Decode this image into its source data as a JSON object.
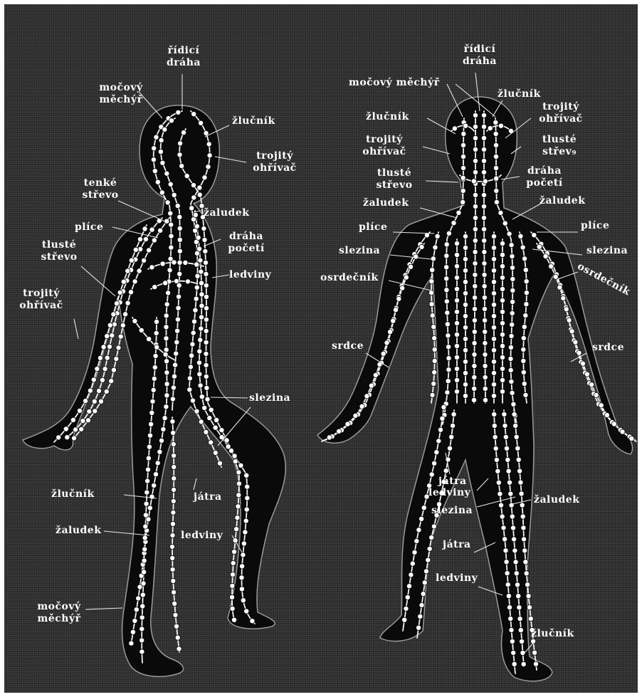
{
  "left_figure": {
    "labels": {
      "ridici_draha": "řídicí\ndráha",
      "mocovy_mechyr_top": "močový\nměchýř",
      "zlucnik_top": "žlučník",
      "trojity_ohrivac_head": "trojitý\nohřívač",
      "tenke_strevo": "tenké\nstřevo",
      "zaludek_upper": "žaludek",
      "plice": "plíce",
      "draha_poceti": "dráha\npočetí",
      "tluste_strevo": "tlusté\nstřevo",
      "ledviny_upper": "ledviny",
      "trojity_ohrivac_arm": "trojitý\nohřívač",
      "slezina": "slezina",
      "zlucnik_leg": "žlučník",
      "jatra": "játra",
      "zaludek_leg": "žaludek",
      "ledviny_leg": "ledviny",
      "mocovy_mechyr_leg": "močový\nměchýř"
    }
  },
  "right_figure": {
    "labels": {
      "ridici_draha": "řídicí\ndráha",
      "mocovy_mechyr": "močový  měchýř",
      "zlucnik_top": "žlučník",
      "zlucnik_left": "žlučník",
      "trojity_ohrivac_right": "trojitý\nohřívač",
      "trojity_ohrivac_left": "trojitý\nohřívač",
      "tluste_strevo_right": "tlusté\nstřev₉",
      "tluste_strevo_left": "tlusté\nstřevo",
      "draha_poceti": "dráha\npočetí",
      "zaludek_left": "žaludek",
      "zaludek_right": "žaludek",
      "plice_left": "plíce",
      "plice_right": "plíce",
      "slezina_left": "slezina",
      "slezina_right": "slezina",
      "osrdecnik_left": "osrdečník",
      "osrdecnik_right": "osrdečník",
      "srdce_left": "srdce",
      "srdce_right": "srdce",
      "jatra_upper": "játra",
      "ledviny_upper": "ledviny",
      "zaludek_leg": "žaludek",
      "slezina_leg": "slezina",
      "jatra_leg": "játra",
      "ledviny_leg": "ledviny",
      "zlucnik_foot": "žlučník"
    }
  },
  "colors": {
    "background": "#2c2c2c",
    "body": "#0a0a0a",
    "meridian": "#f2f2f2",
    "outline": "#9a9a9a",
    "label": "#ffffff"
  }
}
